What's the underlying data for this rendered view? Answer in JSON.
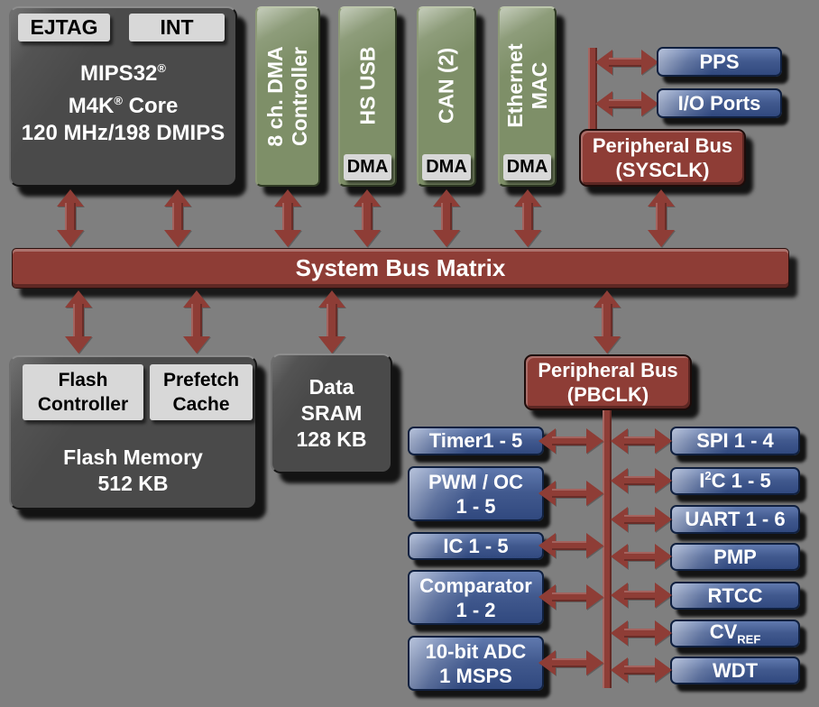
{
  "palette": {
    "background": "#7f7f7f",
    "dark_gray_block": "#4a4a4a",
    "green_block": "#7e8f68",
    "blue_block": "#41598e",
    "red_bus": "#8e3d36",
    "light_badge": "#d8d8d8"
  },
  "core_block": {
    "ejtag_label": "EJTAG",
    "int_label": "INT",
    "name_line1": "MIPS32",
    "reg_mark1": "®",
    "name_line2a": "M4K",
    "reg_mark2": "®",
    "name_line2b": " Core",
    "spec_line": "120 MHz/198 DMIPS"
  },
  "green_blocks": {
    "dma_controller_label": "8 ch. DMA\nController",
    "hs_usb_label": "HS USB",
    "can_label": "CAN (2)",
    "ethernet_mac_label": "Ethernet\nMAC",
    "dma_badge_label": "DMA"
  },
  "system_bus": {
    "label": "System Bus Matrix"
  },
  "sysclk_bus": {
    "label": "Peripheral Bus\n(SYSCLK)"
  },
  "pbclk_bus": {
    "label": "Peripheral Bus\n(PBCLK)"
  },
  "io_blocks": {
    "pps_label": "PPS",
    "io_ports_label": "I/O Ports"
  },
  "memory": {
    "flash_controller_label": "Flash\nController",
    "prefetch_cache_label": "Prefetch\nCache",
    "flash_memory_label": "Flash Memory\n512 KB",
    "data_sram_label": "Data\nSRAM\n128 KB"
  },
  "left_peripherals": {
    "timer_label": "Timer1 - 5",
    "pwm_oc_label": "PWM / OC\n1 - 5",
    "ic_label": "IC 1 - 5",
    "comparator_label": "Comparator\n1 - 2",
    "adc_label": "10-bit ADC\n1 MSPS"
  },
  "right_peripherals": {
    "spi_label": "SPI 1 - 4",
    "i2c_pre": "I",
    "i2c_sup": "2",
    "i2c_post": "C 1 - 5",
    "uart_label": "UART 1 - 6",
    "pmp_label": "PMP",
    "rtcc_label": "RTCC",
    "cv_pre": "CV",
    "cv_sub": "REF",
    "wdt_label": "WDT"
  }
}
